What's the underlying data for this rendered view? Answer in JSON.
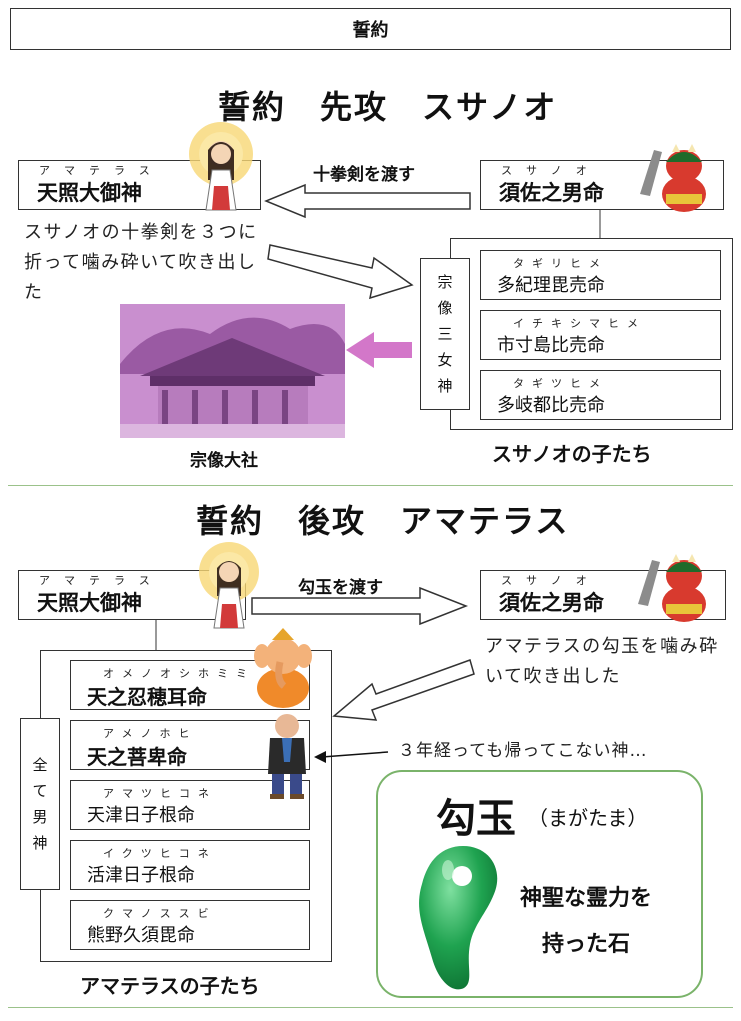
{
  "title": "誓約",
  "section1": {
    "heading": "誓約　先攻　スサノオ",
    "amaterasu": {
      "ruby": "アマテラス",
      "name": "天照大御神"
    },
    "susanoo": {
      "ruby": "スサノオ",
      "name": "須佐之男命"
    },
    "transfer_label": "十拳剣を渡す",
    "note": "スサノオの十拳剣を３つに折って噛み砕いて吹き出した",
    "group_label": [
      "宗",
      "像",
      "三",
      "女",
      "神"
    ],
    "children": [
      {
        "ruby": "タギリヒメ",
        "name": "多紀理毘売命"
      },
      {
        "ruby": "イチキシマヒメ",
        "name": "市寸島比売命"
      },
      {
        "ruby": "タギツヒメ",
        "name": "多岐都比売命"
      }
    ],
    "shrine_caption": "宗像大社",
    "children_caption": "スサノオの子たち"
  },
  "section2": {
    "heading": "誓約　後攻　アマテラス",
    "amaterasu": {
      "ruby": "アマテラス",
      "name": "天照大御神"
    },
    "susanoo": {
      "ruby": "スサノオ",
      "name": "須佐之男命"
    },
    "transfer_label": "勾玉を渡す",
    "note": "アマテラスの勾玉を噛み砕いて吹き出した",
    "group_label": [
      "全",
      "て",
      "男",
      "神"
    ],
    "children": [
      {
        "ruby": "オメノオシホミミ",
        "name": "天之忍穂耳命"
      },
      {
        "ruby": "アメノホヒ",
        "name": "天之菩卑命"
      },
      {
        "ruby": "アマツヒコネ",
        "name": "天津日子根命"
      },
      {
        "ruby": "イクツヒコネ",
        "name": "活津日子根命"
      },
      {
        "ruby": "クマノススビ",
        "name": "熊野久須毘命"
      }
    ],
    "pointer_note": "３年経っても帰ってこない神…",
    "children_caption": "アマテラスの子たち"
  },
  "magatama": {
    "title": "勾玉",
    "reading": "（まがたま）",
    "desc_line1": "神聖な霊力を",
    "desc_line2": "持った石"
  }
}
